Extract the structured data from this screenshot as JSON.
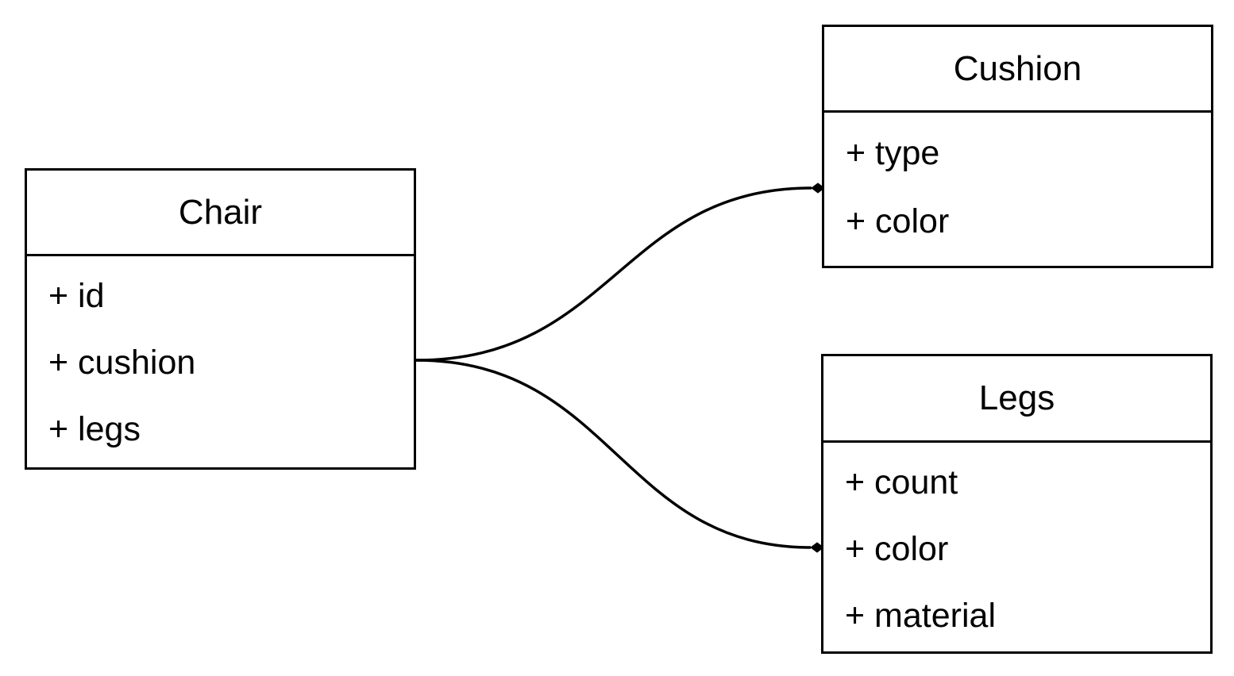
{
  "diagram": {
    "kind": "uml-class-diagram",
    "colors": {
      "stroke": "#000000",
      "background": "#ffffff",
      "text": "#000000"
    },
    "classes": [
      {
        "name": "Chair",
        "attributes": [
          "+ id",
          "+ cushion",
          "+ legs"
        ]
      },
      {
        "name": "Cushion",
        "attributes": [
          "+ type",
          "+ color"
        ]
      },
      {
        "name": "Legs",
        "attributes": [
          "+ count",
          "+ color",
          "+ material"
        ]
      }
    ],
    "relationships": [
      {
        "from": "Chair",
        "to": "Cushion",
        "marker": "filled-diamond",
        "kind": "composition"
      },
      {
        "from": "Chair",
        "to": "Legs",
        "marker": "filled-diamond",
        "kind": "composition"
      }
    ]
  }
}
